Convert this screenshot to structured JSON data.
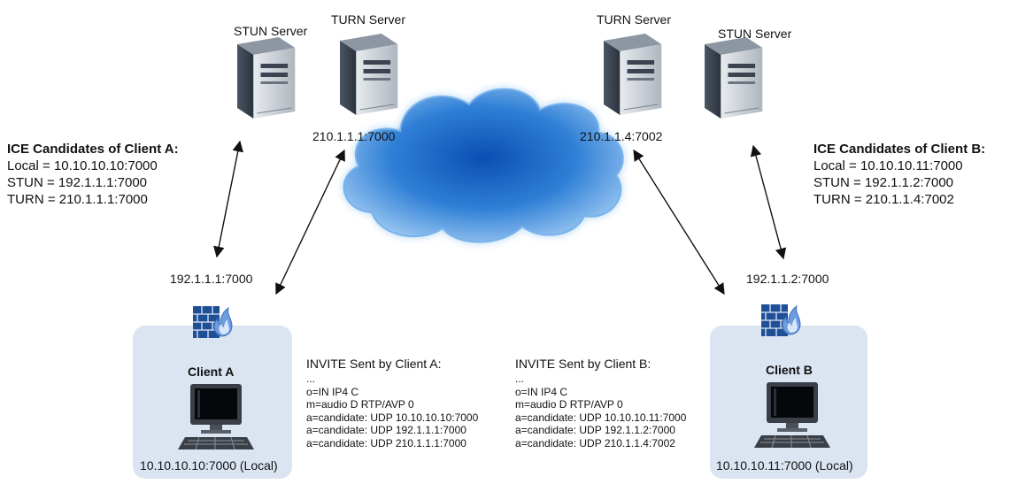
{
  "servers": {
    "stun_a": "STUN Server",
    "turn_a": "TURN Server",
    "turn_b": "TURN Server",
    "stun_b": "STUN Server"
  },
  "addresses": {
    "turn_a_ip": "210.1.1.1:7000",
    "turn_b_ip": "210.1.1.4:7002",
    "fw_a_ip": "192.1.1.1:7000",
    "fw_b_ip": "192.1.1.2:7000"
  },
  "ice_a": {
    "title": "ICE Candidates of Client A:",
    "local": "Local = 10.10.10.10:7000",
    "stun": "STUN = 192.1.1.1:7000",
    "turn": "TURN = 210.1.1.1:7000"
  },
  "ice_b": {
    "title": "ICE Candidates of Client B:",
    "local": "Local = 10.10.10.11:7000",
    "stun": "STUN = 192.1.1.2:7000",
    "turn": "TURN = 210.1.1.4:7002"
  },
  "client_a": {
    "name": "Client A",
    "ip": "10.10.10.10:7000 (Local)"
  },
  "client_b": {
    "name": "Client B",
    "ip": "10.10.10.11:7000 (Local)"
  },
  "invite_a": {
    "title": "INVITE Sent by Client A:",
    "ellipsis": "...",
    "lines": [
      "o=IN IP4 C",
      "m=audio D RTP/AVP 0",
      "a=candidate: UDP 10.10.10.10:7000",
      "a=candidate: UDP 192.1.1.1:7000",
      "a=candidate: UDP 210.1.1.1:7000"
    ]
  },
  "invite_b": {
    "title": "INVITE Sent by Client B:",
    "ellipsis": "...",
    "lines": [
      "o=IN IP4 C",
      "m=audio D RTP/AVP 0",
      "a=candidate: UDP 10.10.10.11:7000",
      "a=candidate: UDP 192.1.1.2:7000",
      "a=candidate: UDP 210.1.1.4:7002"
    ]
  },
  "icons": {
    "server": "server-tower-icon",
    "cloud": "internet-cloud-icon",
    "firewall": "firewall-icon",
    "computer": "desktop-computer-icon"
  },
  "colors": {
    "client_box": "#dbe4f1",
    "cloud": "#2f7fd6",
    "server_body": "#5f6d7e",
    "firewall": "#2b5ea8"
  }
}
